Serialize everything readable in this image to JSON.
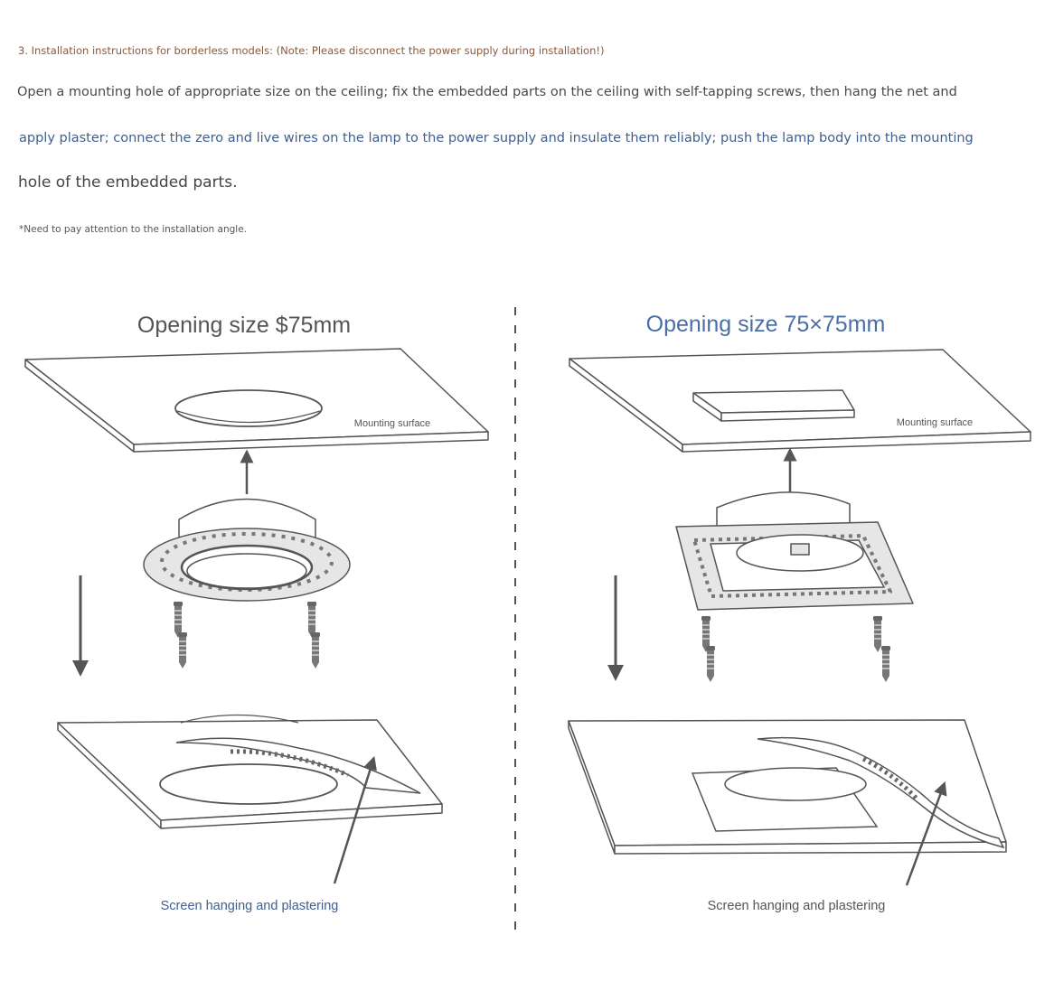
{
  "heading": "3. Installation instructions for borderless models: (Note: Please disconnect the power supply during installation!)",
  "paragraph_lines": [
    "Open a mounting hole of appropriate size on the ceiling; fix the embedded parts on the ceiling with self-tapping screws, then hang the net and",
    "apply plaster; connect the zero and live wires on the lamp to the power supply and insulate them reliably; push the lamp body into the mounting",
    "hole of the embedded parts."
  ],
  "note": "*Need to pay attention to the installation angle.",
  "left_panel": {
    "title": "Opening size $75mm",
    "surface_label": "Mounting surface",
    "caption": "Screen hanging and plastering"
  },
  "right_panel": {
    "title": "Opening size 75×75mm",
    "surface_label": "Mounting surface",
    "caption": "Screen hanging and plastering"
  },
  "colors": {
    "heading": "#8a5a3c",
    "title_left": "#555555",
    "title_right": "#4a6fa5",
    "caption_left": "#3f5f8f",
    "caption_right": "#555555",
    "line": "#555555"
  }
}
